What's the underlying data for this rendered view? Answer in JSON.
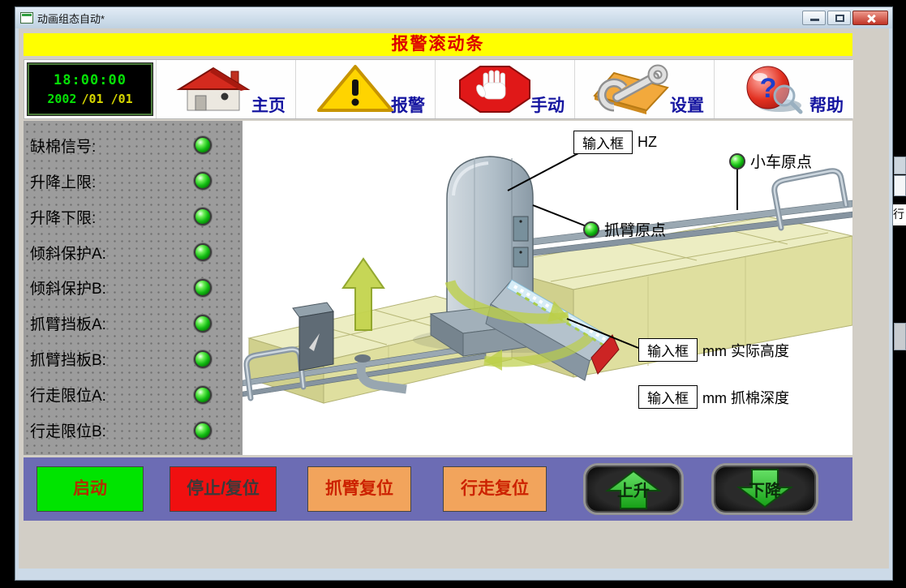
{
  "window": {
    "title": "动画组态自动*",
    "icon": "form-app-icon"
  },
  "alarm_banner": {
    "text": "报警滚动条"
  },
  "toolbar": {
    "clock": {
      "time": "18:00:00",
      "date_year": "2002",
      "date_md": "/01 /01"
    },
    "help_glyph": "?",
    "buttons": [
      {
        "label": "主页",
        "icon": "home-icon"
      },
      {
        "label": "报警",
        "icon": "alarm-warning-icon"
      },
      {
        "label": "手动",
        "icon": "manual-stop-hand-icon"
      },
      {
        "label": "设置",
        "icon": "settings-wrench-icon"
      },
      {
        "label": "帮助",
        "icon": "help-question-icon"
      }
    ]
  },
  "status_panel": {
    "items": [
      {
        "label": "缺棉信号:",
        "state": "on"
      },
      {
        "label": "升降上限:",
        "state": "on"
      },
      {
        "label": "升降下限:",
        "state": "on"
      },
      {
        "label": "倾斜保护A:",
        "state": "on"
      },
      {
        "label": "倾斜保护B:",
        "state": "on"
      },
      {
        "label": "抓臂挡板A:",
        "state": "on"
      },
      {
        "label": "抓臂挡板B:",
        "state": "on"
      },
      {
        "label": "行走限位A:",
        "state": "on"
      },
      {
        "label": "行走限位B:",
        "state": "on"
      }
    ]
  },
  "diagram": {
    "annotations": {
      "freq": {
        "box": "输入框",
        "unit": "HZ"
      },
      "cart": {
        "label": "小车原点",
        "state": "on"
      },
      "arm": {
        "label": "抓臂原点",
        "state": "on"
      },
      "height": {
        "box": "输入框",
        "unit": "mm 实际高度"
      },
      "depth": {
        "box": "输入框",
        "unit": "mm 抓棉深度"
      }
    }
  },
  "control_bar": {
    "buttons": [
      {
        "label": "启动"
      },
      {
        "label": "停止/复位"
      },
      {
        "label": "抓臂复位"
      },
      {
        "label": "行走复位"
      },
      {
        "label": "上升",
        "icon": "arrow-up-icon"
      },
      {
        "label": "下降",
        "icon": "arrow-down-icon"
      }
    ]
  },
  "background": {
    "fragment_text": "行"
  },
  "colors": {
    "banner_bg": "#ffff00",
    "banner_text": "#dd0000",
    "control_bar_bg": "#6c6cb4",
    "start_bg": "#00e400",
    "stop_bg": "#f01010",
    "reset_bg": "#f2a45c",
    "led_green": "#12bb12",
    "clock_green": "#06e006",
    "clock_yellow": "#d6d600"
  }
}
